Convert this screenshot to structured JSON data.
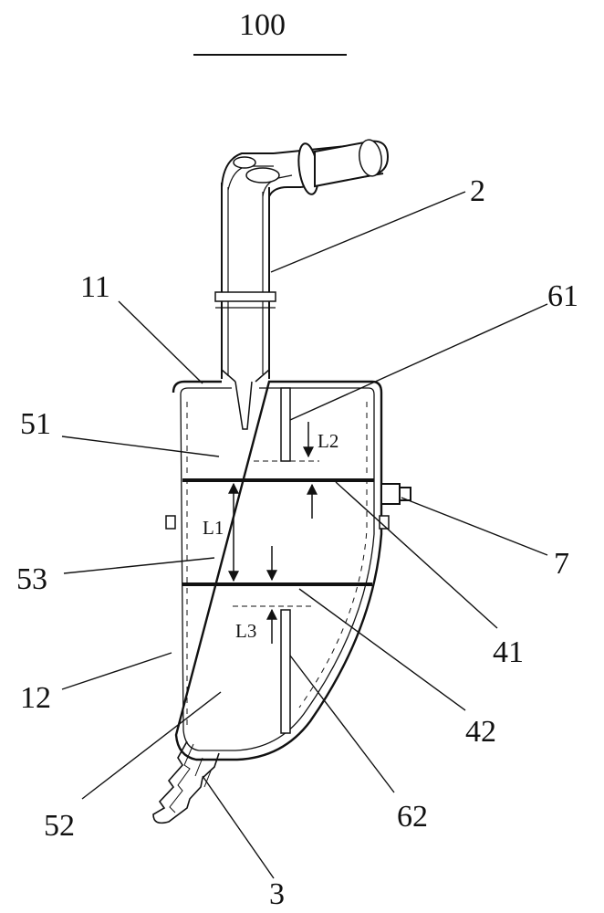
{
  "figure": {
    "title": "100",
    "labels": {
      "outlet_pipe": "2",
      "top_wall": "11",
      "side_wall": "12",
      "drain": "3",
      "upper_chamber": "51",
      "lower_chamber": "52",
      "middle_chamber": "53",
      "upper_plate": "41",
      "lower_plate": "42",
      "upper_baffle": "61",
      "lower_baffle": "62",
      "side_port": "7"
    },
    "dimensions": {
      "l1": "L1",
      "l2": "L2",
      "l3": "L3"
    }
  }
}
